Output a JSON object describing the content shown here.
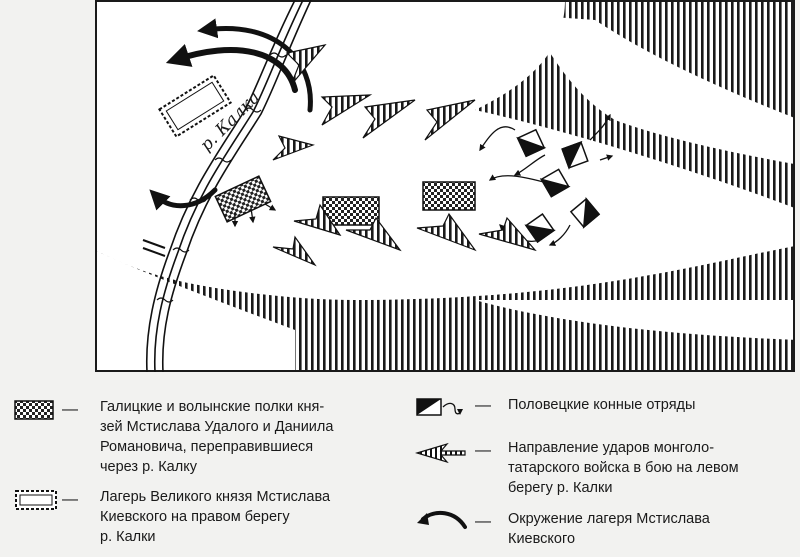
{
  "map": {
    "river_label": "р. Калка"
  },
  "legend": {
    "items": [
      {
        "id": "galician-troops",
        "text": "Галицкие и волынские полки кня-\nзей Мстислава Удалого и Даниила\nРомановича, переправившиеся\nчерез р. Калку"
      },
      {
        "id": "camp",
        "text": "Лагерь Великого князя Мстислава\nКиевского на правом берегу\nр. Калки"
      },
      {
        "id": "polovtsian",
        "text": "Половецкие конные отряды"
      },
      {
        "id": "mongol-attack",
        "text": "Направление ударов монголо-\nтатарского войска в бою на левом\nберегу р. Калки"
      },
      {
        "id": "encirclement",
        "text": "Окружение лагеря Мстислава\nКиевского"
      }
    ],
    "dash": "—"
  }
}
